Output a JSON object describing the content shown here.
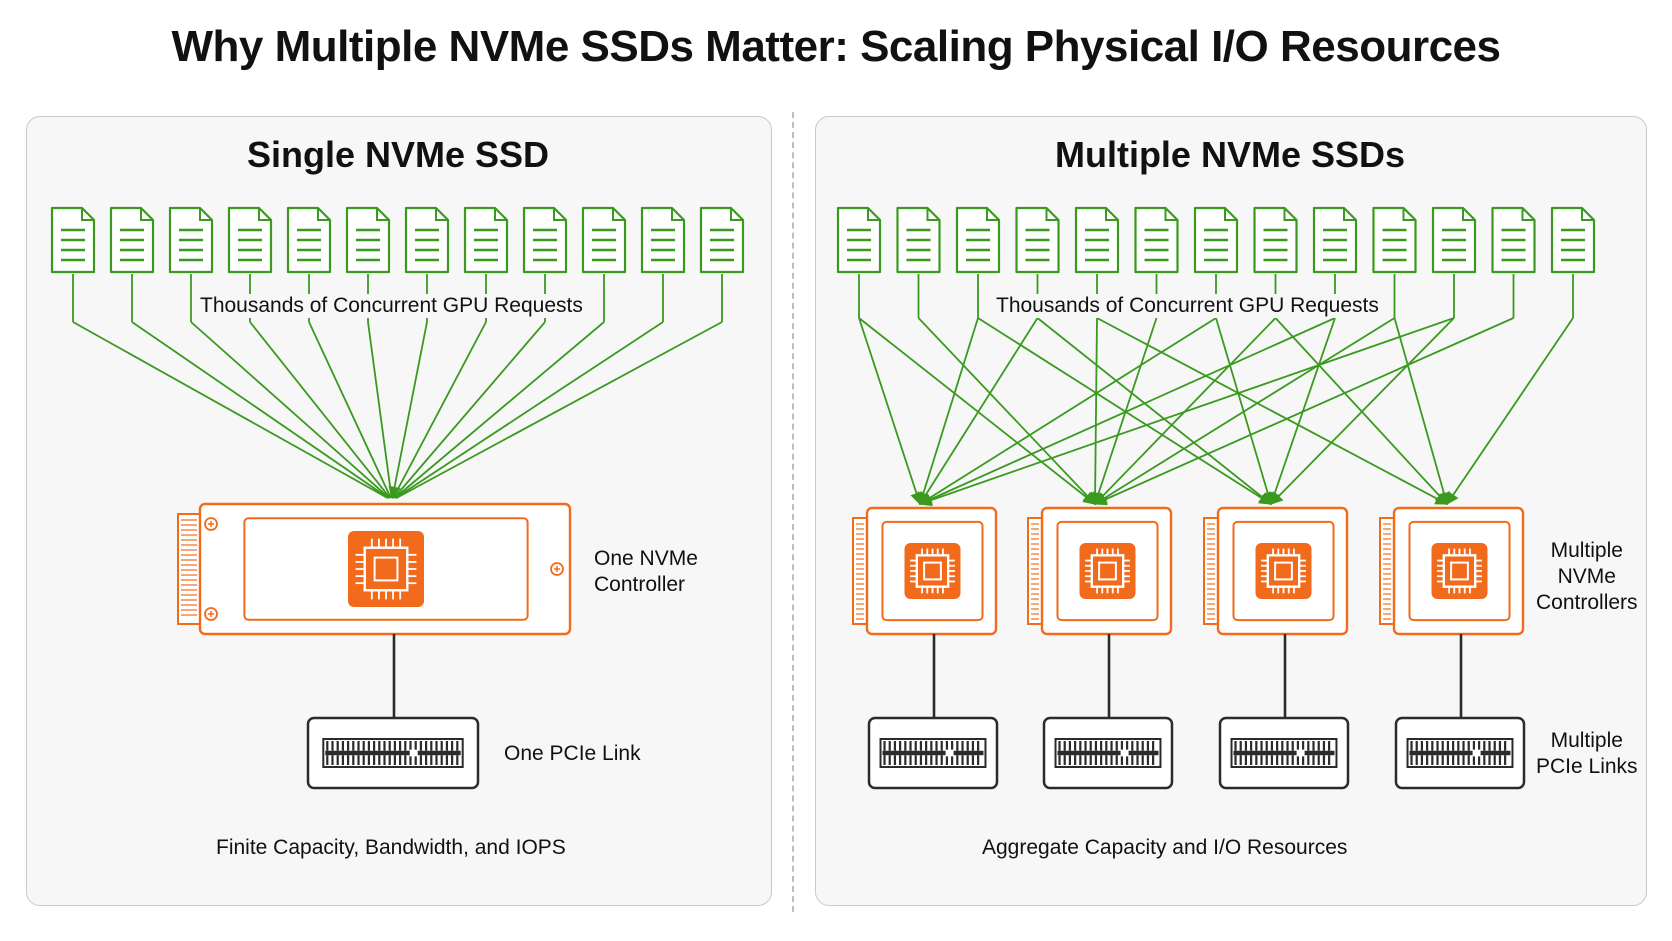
{
  "title": "Why Multiple NVMe SSDs Matter: Scaling Physical I/O Resources",
  "left": {
    "heading": "Single NVMe SSD",
    "requests_label": "Thousands of Concurrent GPU Requests",
    "controller_label": "One NVMe Controller",
    "controller_line1": "One NVMe",
    "controller_line2": "Controller",
    "link_label": "One PCIe Link",
    "footer": "Finite Capacity, Bandwidth, and IOPS",
    "request_count": 12
  },
  "right": {
    "heading": "Multiple NVMe SSDs",
    "requests_label": "Thousands of Concurrent GPU Requests",
    "controllers_line1": "Multiple",
    "controllers_line2": "NVMe",
    "controllers_line3": "Controllers",
    "links_line1": "Multiple",
    "links_line2": "PCIe Links",
    "footer": "Aggregate Capacity and I/O Resources",
    "request_count": 13,
    "ssd_count": 4
  },
  "colors": {
    "request_green": "#3a9a1f",
    "controller_orange": "#f26a1b",
    "link_dark": "#2b2b2b",
    "panel_bg": "#f7f7f7"
  },
  "icons": {
    "request": "document-icon",
    "controller": "cpu-chip-icon",
    "link": "pcie-connector-icon"
  }
}
